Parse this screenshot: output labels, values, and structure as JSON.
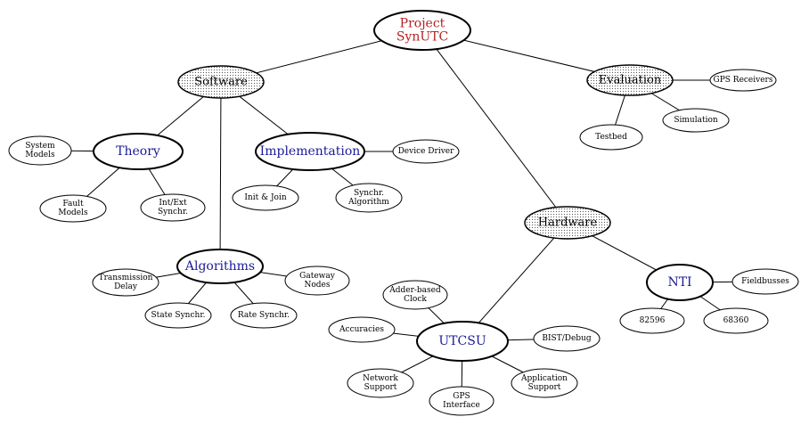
{
  "colors": {
    "root_text": "#b22222",
    "primary_text": "#1a1a99",
    "text": "#000000",
    "dotted_fill": "#d9d9d9"
  },
  "nodes": {
    "project": [
      "Project",
      "SynUTC"
    ],
    "software": [
      "Software"
    ],
    "evaluation": [
      "Evaluation"
    ],
    "gps_receivers": [
      "GPS Receivers"
    ],
    "simulation": [
      "Simulation"
    ],
    "testbed": [
      "Testbed"
    ],
    "theory": [
      "Theory"
    ],
    "system_models": [
      "System",
      "Models"
    ],
    "fault_models": [
      "Fault",
      "Models"
    ],
    "int_ext_synchr": [
      "Int/Ext",
      "Synchr."
    ],
    "implementation": [
      "Implementation"
    ],
    "device_driver": [
      "Device Driver"
    ],
    "init_join": [
      "Init & Join"
    ],
    "synchr_algorithm": [
      "Synchr.",
      "Algorithm"
    ],
    "hardware": [
      "Hardware"
    ],
    "algorithms": [
      "Algorithms"
    ],
    "transmission_delay": [
      "Transmission",
      "Delay"
    ],
    "gateway_nodes": [
      "Gateway",
      "Nodes"
    ],
    "state_synchr": [
      "State Synchr."
    ],
    "rate_synchr": [
      "Rate Synchr."
    ],
    "nti": [
      "NTI"
    ],
    "fieldbusses": [
      "Fieldbusses"
    ],
    "n82596": [
      "82596"
    ],
    "n68360": [
      "68360"
    ],
    "adder_clock": [
      "Adder-based",
      "Clock"
    ],
    "accuracies": [
      "Accuracies"
    ],
    "utcsu": [
      "UTCSU"
    ],
    "bist_debug": [
      "BIST/Debug"
    ],
    "network_support": [
      "Network",
      "Support"
    ],
    "application_support": [
      "Application",
      "Support"
    ],
    "gps_interface": [
      "GPS",
      "Interface"
    ]
  }
}
